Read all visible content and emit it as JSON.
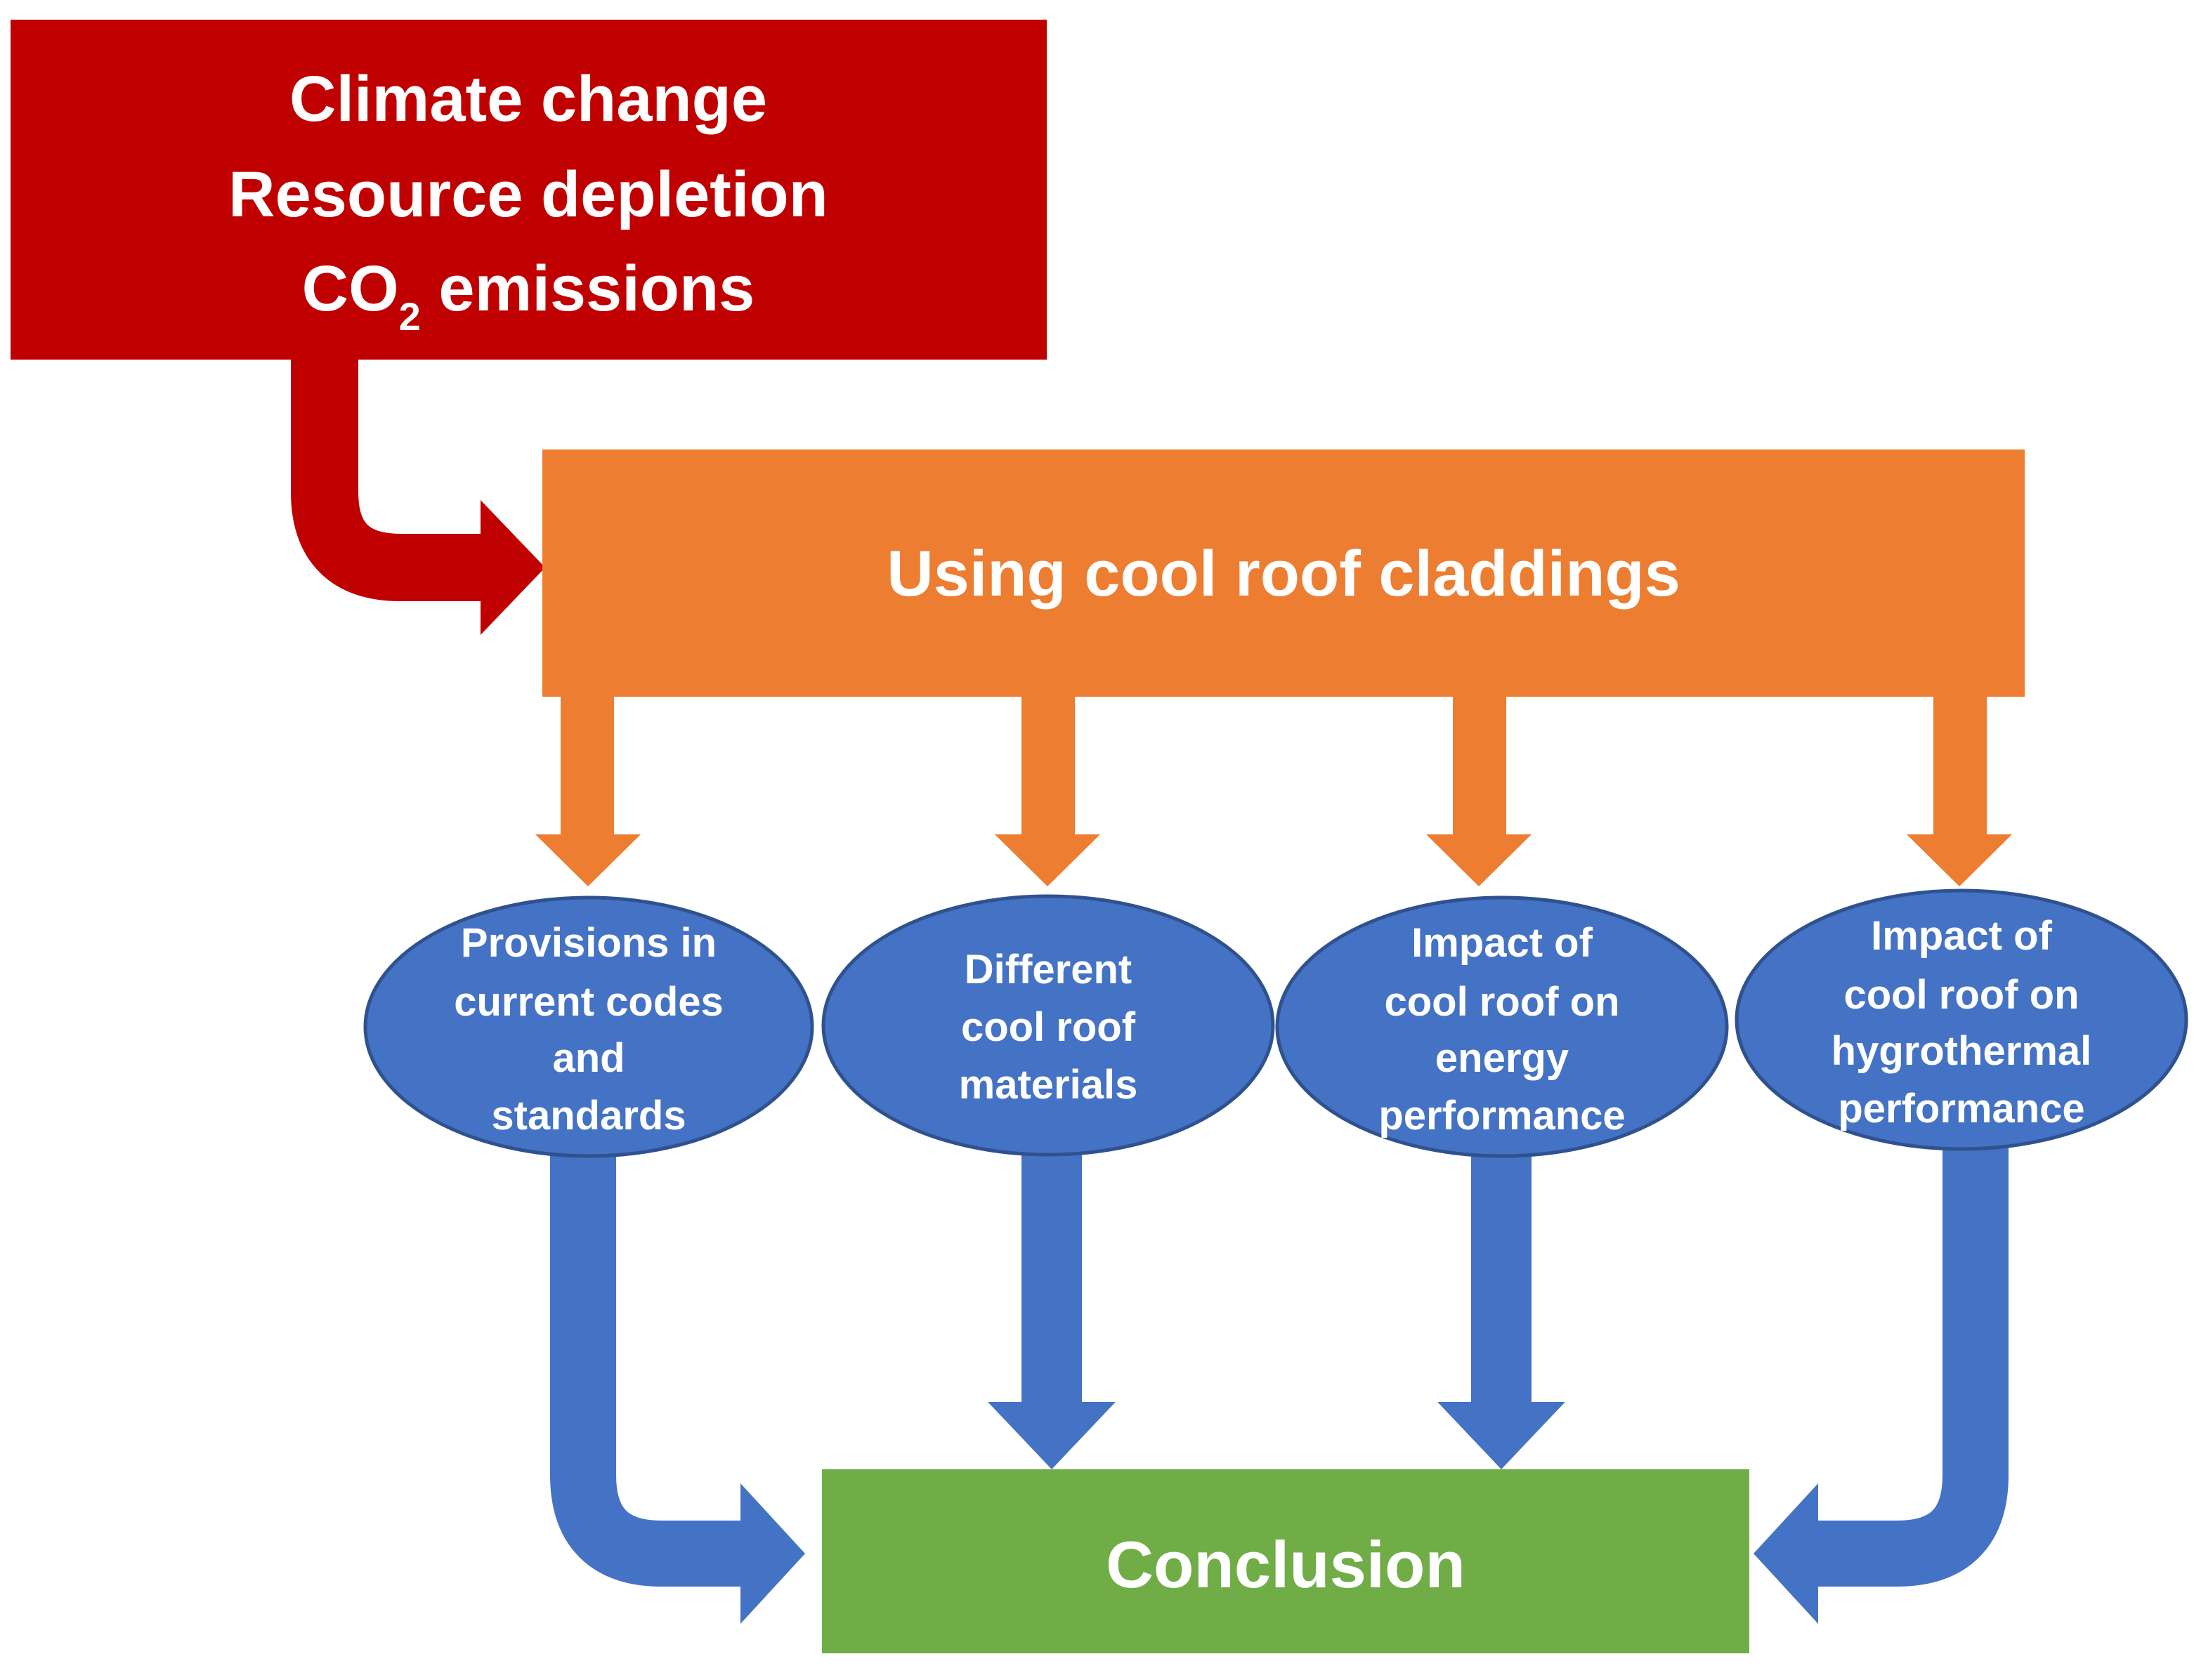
{
  "colors": {
    "drivers": "#c00000",
    "approach": "#ed7d31",
    "topics": "#4472c4",
    "topic_border": "#2f528f",
    "conclusion": "#70ad47"
  },
  "drivers": {
    "line1": "Climate change",
    "line2": "Resource depletion",
    "line3_prefix": "CO",
    "line3_sub": "2",
    "line3_suffix": " emissions"
  },
  "approach": {
    "label": "Using cool roof claddings"
  },
  "topics": [
    {
      "lines": [
        "Provisions in",
        "current codes",
        "and",
        "standards"
      ]
    },
    {
      "lines": [
        "Different",
        "cool roof",
        "materials"
      ]
    },
    {
      "lines": [
        "Impact of",
        "cool roof on",
        "energy",
        "performance"
      ]
    },
    {
      "lines": [
        "Impact of",
        "cool roof on",
        "hygrothermal",
        "performance"
      ]
    }
  ],
  "conclusion": {
    "label": "Conclusion"
  }
}
